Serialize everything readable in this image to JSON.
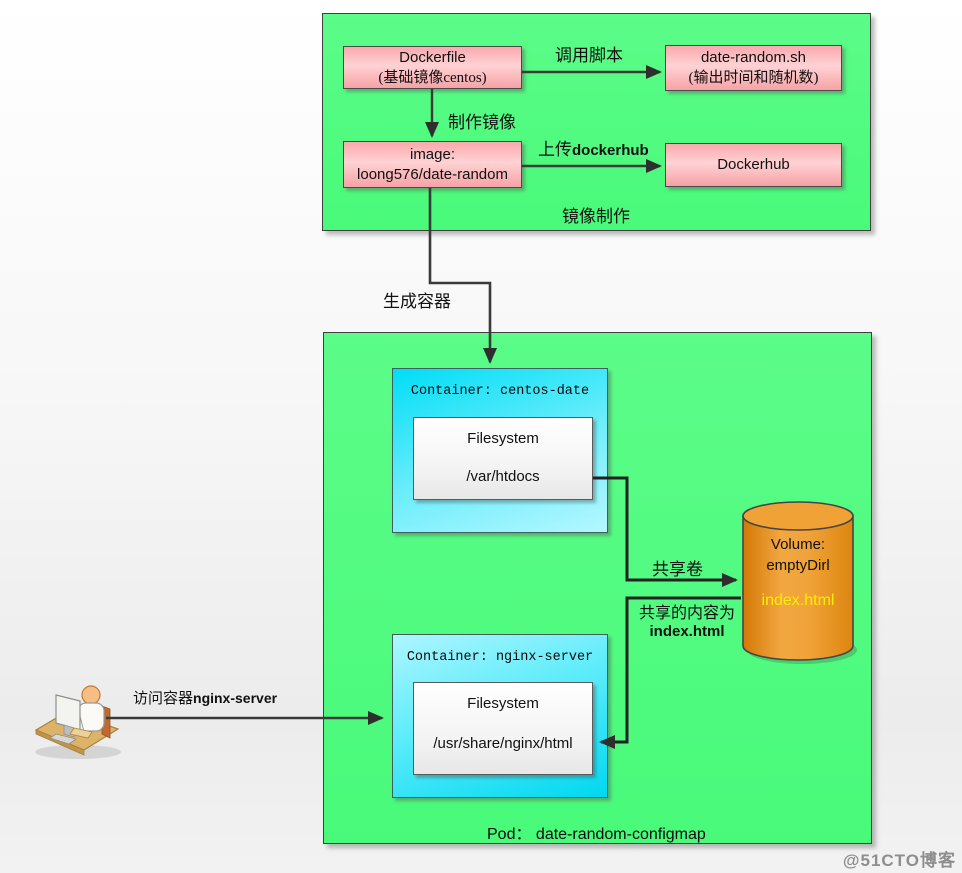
{
  "colors": {
    "section_green": "#4efa7c",
    "process_pink": "#fbb8bb",
    "container_cyan": "#00dff6",
    "volume_orange": "#ef9722",
    "volume_file_yellow": "#ffee00",
    "arrow_gray": "#3a3a3a"
  },
  "build_section": {
    "section_label": "镜像制作",
    "dockerfile": {
      "line1": "Dockerfile",
      "line2": "(基础镜像centos)"
    },
    "script": {
      "line1": "date-random.sh",
      "line2": "(输出时间和随机数)"
    },
    "image": {
      "line1": "image:",
      "line2": "loong576/date-random"
    },
    "dockerhub": {
      "line1": "Dockerhub"
    },
    "call_script_label": "调用脚本",
    "build_image_label": "制作镜像",
    "upload_label_cn": "上传",
    "upload_label_en": "dockerhub"
  },
  "generate_container_label": "生成容器",
  "pod": {
    "pod_label": "Pod： date-random-configmap",
    "centos_container": {
      "title": "Container: centos-date",
      "fs_title": "Filesystem",
      "fs_path": "/var/htdocs"
    },
    "nginx_container": {
      "title": "Container: nginx-server",
      "fs_title": "Filesystem",
      "fs_path": "/usr/share/nginx/html"
    },
    "volume": {
      "line1": "Volume:",
      "line2": "emptyDirl",
      "file": "index.html"
    },
    "share_volume_label": "共享卷",
    "share_content_line1": "共享的内容为",
    "share_content_line2": "index.html"
  },
  "user_label_cn": "访问容器",
  "user_label_en": "nginx-server",
  "watermark": "@51CTO博客"
}
